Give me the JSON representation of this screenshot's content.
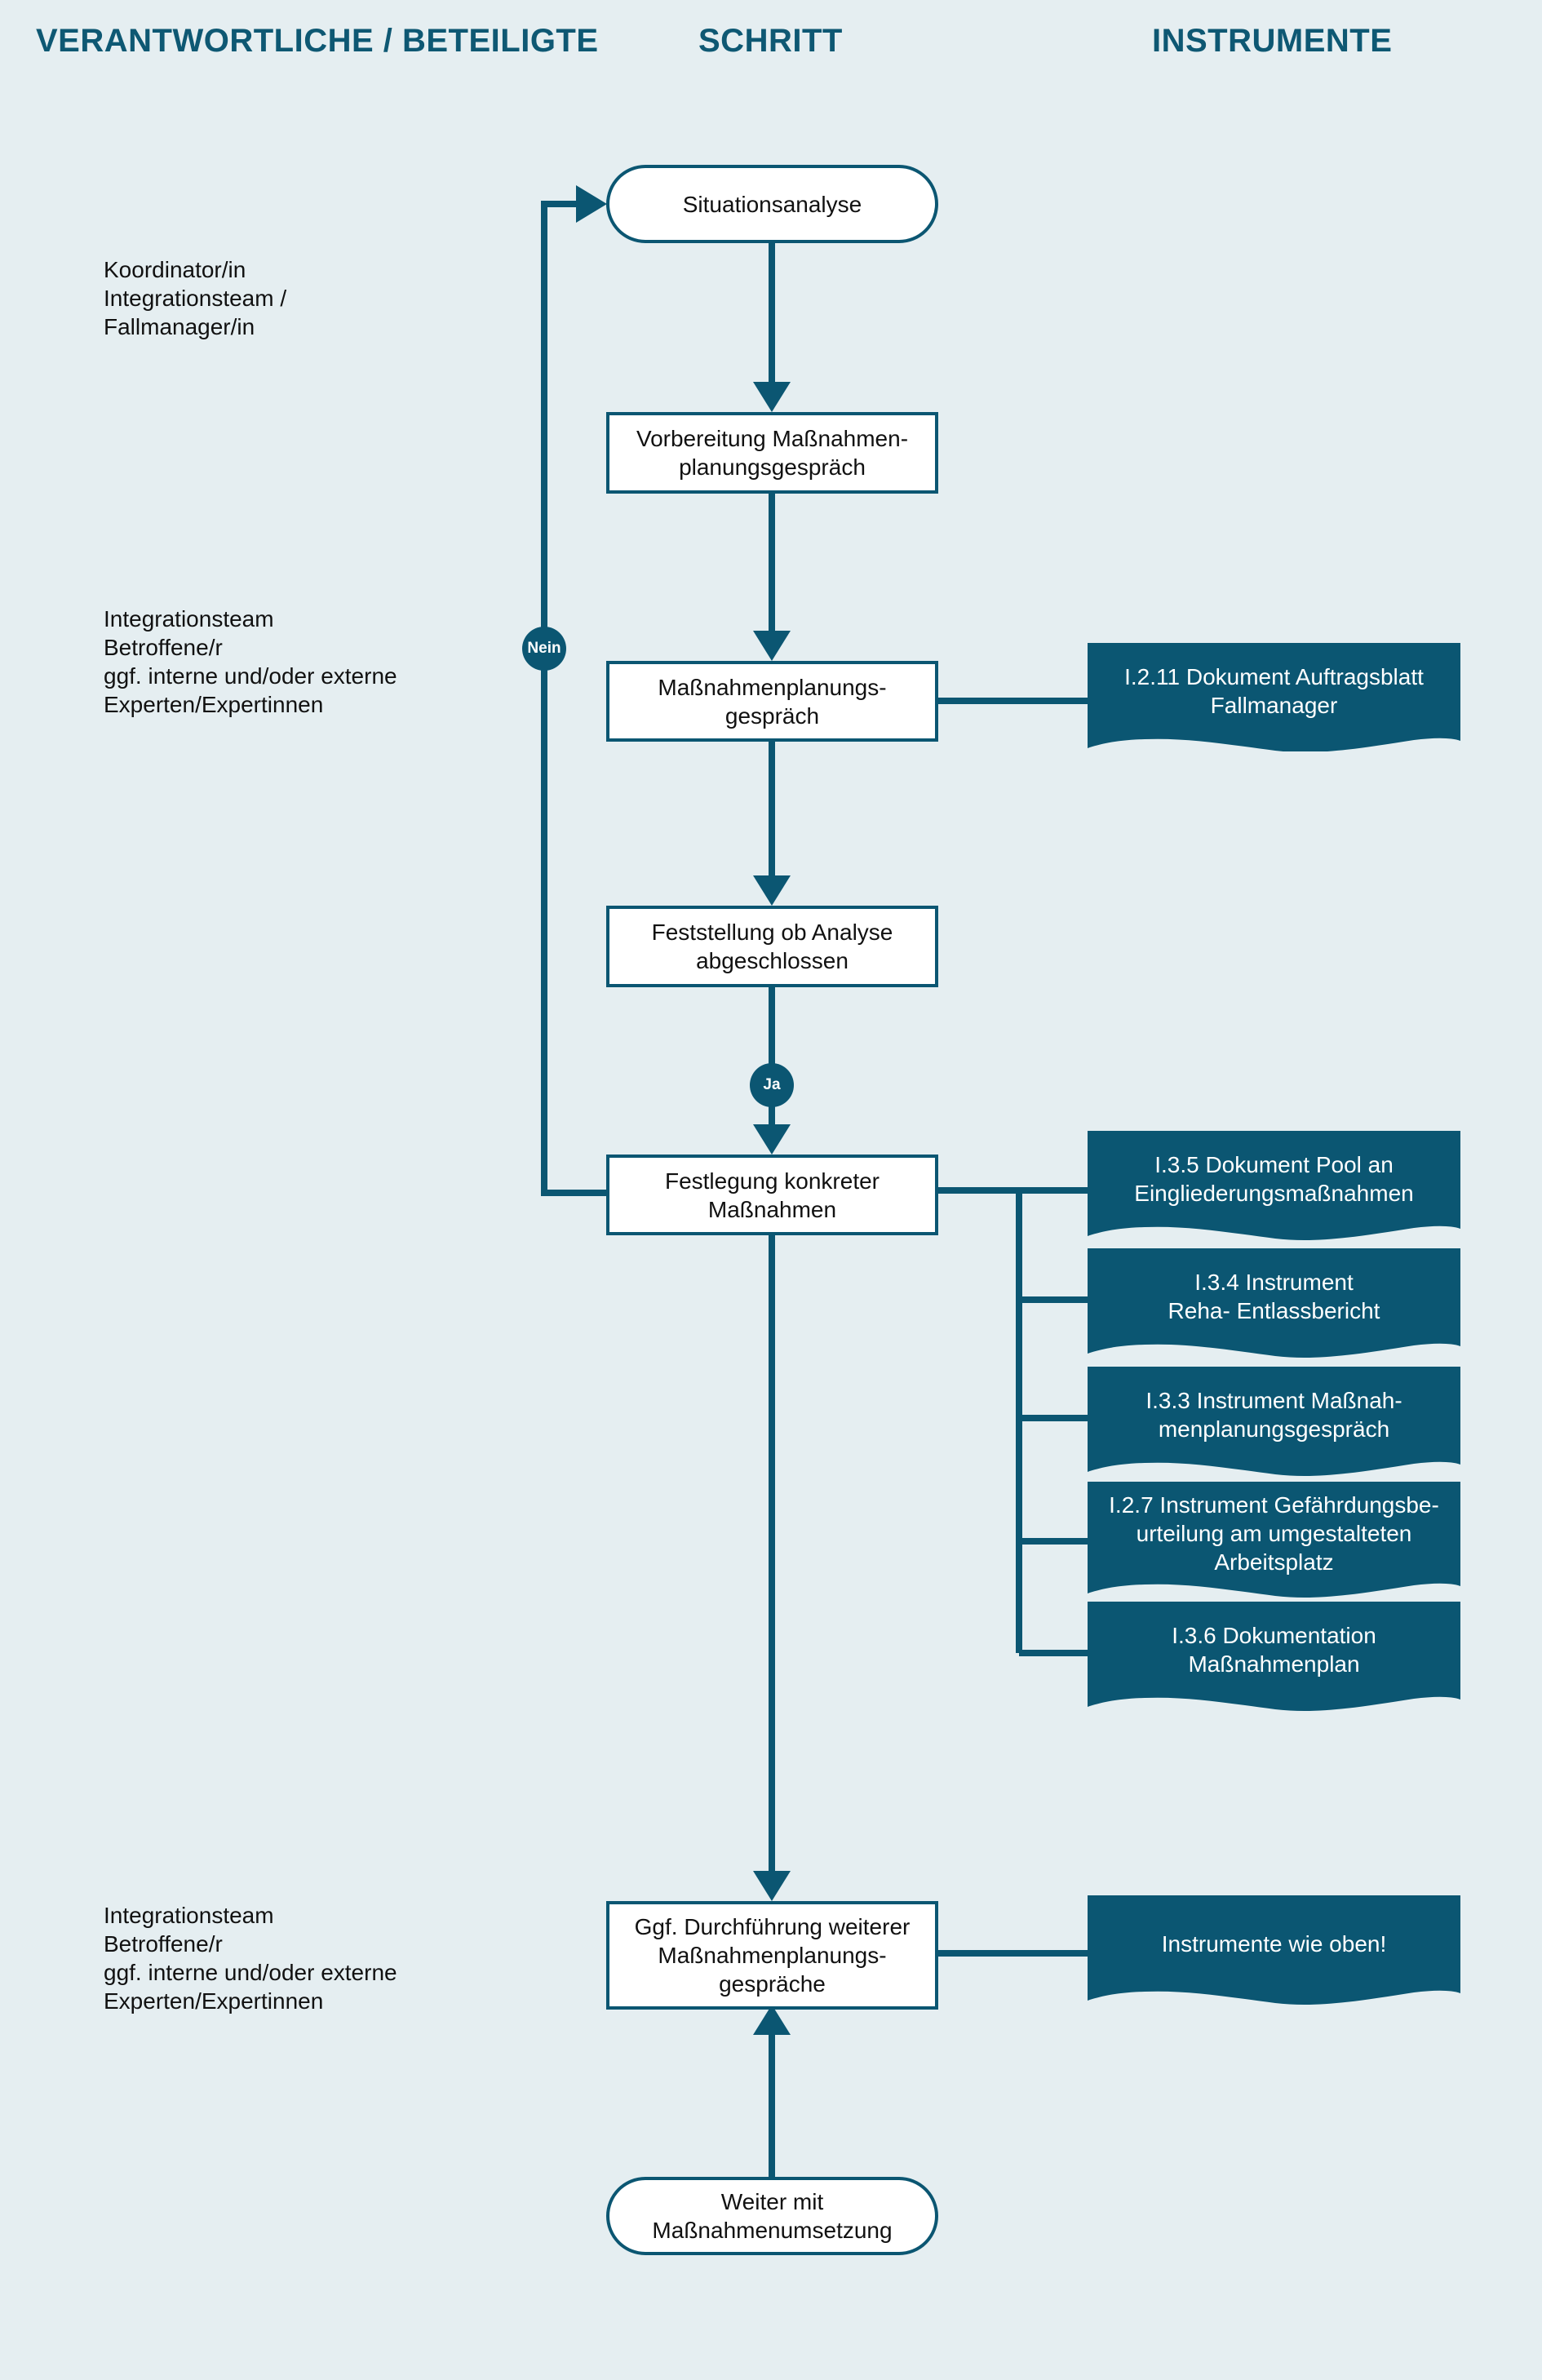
{
  "headers": {
    "responsible": "VERANTWORTLICHE / BETEILIGTE",
    "step": "SCHRITT",
    "instruments": "INSTRUMENTE"
  },
  "steps": {
    "situation": "Situationsanalyse",
    "preparation": "Vorbereitung Maßnahmen-\nplanungsgespräch",
    "meeting": "Maßnahmenplanungs-\ngespräch",
    "check": "Feststellung ob Analyse\nabgeschlossen",
    "define": "Festlegung konkreter\nMaßnahmen",
    "further": "Ggf. Durchführung weiterer\nMaßnahmenplanungs-\ngespräche",
    "continue": "Weiter mit\nMaßnahmenumsetzung"
  },
  "decisions": {
    "no": "Nein",
    "yes": "Ja"
  },
  "responsible": {
    "group1": "Koordinator/in\nIntegrationsteam /\nFallmanager/in",
    "group2": "Integrationsteam\nBetroffene/r\nggf. interne und/oder externe\nExperten/Expertinnen",
    "group3": "Integrationsteam\nBetroffene/r\nggf. interne und/oder externe\nExperten/Expertinnen"
  },
  "instruments": {
    "order_sheet": "I.2.11 Dokument Auftragsblatt\nFallmanager",
    "pool": "I.3.5 Dokument Pool an\nEingliederungsmaßnahmen",
    "reha": "I.3.4 Instrument\nReha- Entlassbericht",
    "planning": "I.3.3 Instrument Maßnah-\nmenplanungsgespräch",
    "hazard": "I.2.7 Instrument Gefährdungsbe-\nurteilung am umgestalteten\nArbeitsplatz",
    "documentation": "I.3.6 Dokumentation\nMaßnahmenplan",
    "same": "Instrumente wie oben!"
  },
  "colors": {
    "background": "#e5eef1",
    "primary": "#0b5672",
    "heading": "#0e5873"
  }
}
